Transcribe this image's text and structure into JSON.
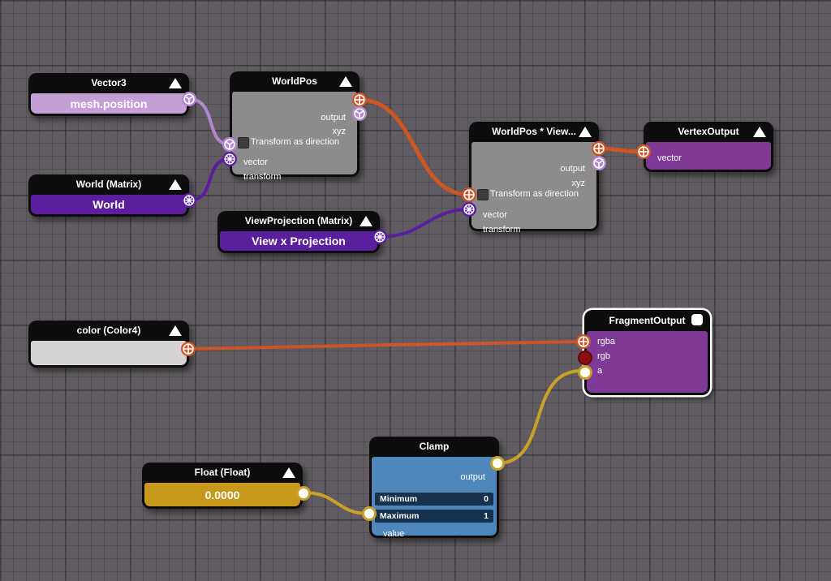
{
  "app": "node-material-editor-canvas",
  "colors": {
    "background": "#605c61",
    "header_black": "#0d0d0d",
    "link_orange": "#cd5526",
    "link_gold": "#c9a127",
    "link_light_purple": "#b287cf",
    "link_dark_purple": "#5b1f9e",
    "body_vector3": "#c49fd6",
    "body_matrix_purple": "#5b1f9e",
    "body_gray": "#8d8b8c",
    "body_output_purple": "#7e3a96",
    "body_color_swatch": "#d5d3d4",
    "body_clamp_blue": "#4d87bb",
    "clamp_param_row": "#16324f",
    "body_float_gold": "#c8981b",
    "port_rgb_red": "#8e0f10"
  },
  "port_icons": {
    "vector": "mercedes-y-icon",
    "matrix": "globe-icon",
    "vector4": "crosshair-icon",
    "float": "plain-circle"
  },
  "nodes": {
    "vector3": {
      "title": "Vector3",
      "value": "mesh.position"
    },
    "world": {
      "title": "World (Matrix)",
      "value": "World"
    },
    "worldpos": {
      "title": "WorldPos",
      "out_output": "output",
      "out_xyz": "xyz",
      "checkbox_label": "Transform as direction",
      "in_vector": "vector",
      "in_transform": "transform"
    },
    "viewprojection": {
      "title": "ViewProjection (Matrix)",
      "value": "View x Projection"
    },
    "worldposview": {
      "title": "WorldPos * View...",
      "out_output": "output",
      "out_xyz": "xyz",
      "checkbox_label": "Transform as direction",
      "in_vector": "vector",
      "in_transform": "transform"
    },
    "vertexoutput": {
      "title": "VertexOutput",
      "in_vector": "vector"
    },
    "color4": {
      "title": "color (Color4)"
    },
    "fragmentoutput": {
      "title": "FragmentOutput",
      "in_rgba": "rgba",
      "in_rgb": "rgb",
      "in_a": "a",
      "selected": "true"
    },
    "clamp": {
      "title": "Clamp",
      "out_output": "output",
      "params": [
        {
          "label": "Minimum",
          "value": "0"
        },
        {
          "label": "Maximum",
          "value": "1"
        }
      ],
      "in_value": "value"
    },
    "float": {
      "title": "Float (Float)",
      "value": "0.0000"
    }
  },
  "connections": [
    {
      "from": "Vector3.output",
      "to": "WorldPos.vector",
      "color_key": "link_light_purple"
    },
    {
      "from": "World.output",
      "to": "WorldPos.transform",
      "color_key": "link_dark_purple"
    },
    {
      "from": "WorldPos.output",
      "to": "WorldPos * View....vector",
      "color_key": "link_orange"
    },
    {
      "from": "ViewProjection.output",
      "to": "WorldPos * View....transform",
      "color_key": "link_dark_purple"
    },
    {
      "from": "WorldPos * View....output",
      "to": "VertexOutput.vector",
      "color_key": "link_orange"
    },
    {
      "from": "color.output",
      "to": "FragmentOutput.rgba",
      "color_key": "link_orange"
    },
    {
      "from": "Clamp.output",
      "to": "FragmentOutput.a",
      "color_key": "link_gold"
    },
    {
      "from": "Float.output",
      "to": "Clamp.value",
      "color_key": "link_gold"
    }
  ]
}
